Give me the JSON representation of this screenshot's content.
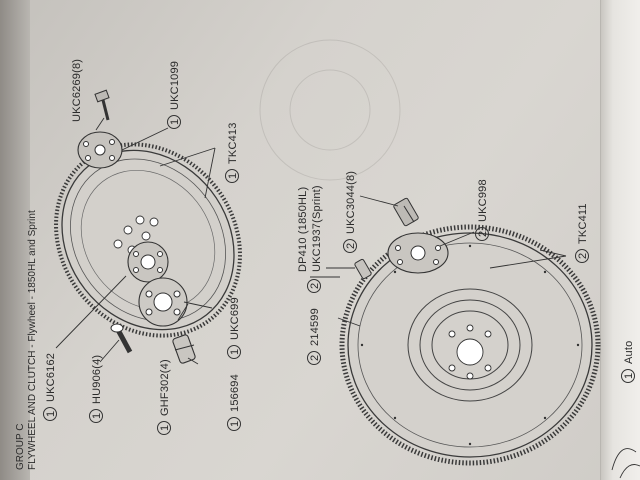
{
  "header": {
    "line1": "GROUP C",
    "line2": "FLYWHEEL AND CLUTCH - Flywheel - 1850HL and Sprint"
  },
  "upper_assembly": {
    "labels": {
      "ukc6269": "UKC6269(8)",
      "ukc1099": "UKC1099",
      "tkc413": "TKC413",
      "ukc6162": "UKC6162",
      "hu906": "HU906(4)",
      "ghf302": "GHF302(4)",
      "n156694": "156694",
      "ukc699": "UKC699"
    },
    "circle_nums": {
      "ukc1099": "1",
      "tkc413": "1",
      "ukc6162": "1",
      "hu906": "1",
      "ghf302": "1",
      "n156694": "1",
      "ukc699": "1"
    }
  },
  "lower_assembly": {
    "labels": {
      "n214599": "214599",
      "dp410": "DP410  (1850HL)",
      "ukc1937": "UKC1937(Sprint)",
      "ukc3044": "UKC3044(8)",
      "ukc998": "UKC998",
      "tkc411": "TKC411"
    },
    "circle_nums": {
      "n214599": "2",
      "dp_group": "2",
      "ukc3044": "2",
      "ukc998": "2",
      "tkc411": "2"
    }
  },
  "footer": {
    "circle_num": "1",
    "label": "Auto"
  }
}
